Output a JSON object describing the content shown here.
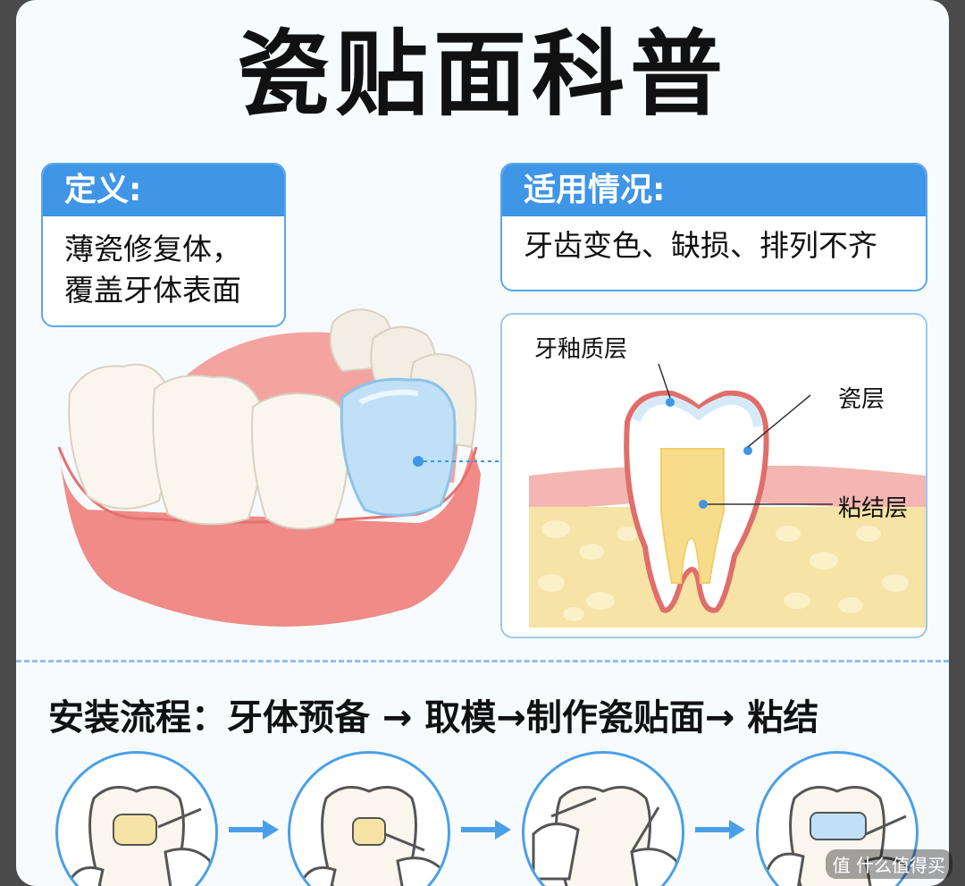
{
  "title": "瓷贴面科普",
  "definition": {
    "heading": "定义:",
    "lines": [
      "薄瓷修复体，",
      "覆盖牙体表面"
    ]
  },
  "indications": {
    "heading": "适用情况:",
    "text": "牙齿变色、缺损、排列不齐"
  },
  "cross_section": {
    "labels": {
      "enamel": "牙釉质层",
      "porcelain": "瓷层",
      "bonding": "粘结层"
    }
  },
  "process": {
    "text": "安装流程：牙体预备  → 取模→制作瓷贴面→ 粘结"
  },
  "steps": [
    "step-1",
    "step-2",
    "step-3",
    "step-4"
  ],
  "watermark": "值 什么值得买",
  "colors": {
    "accent": "#3f95e6",
    "gum": "#f08b88",
    "veneer": "#bfe0f7",
    "bone": "#f6e3a6"
  }
}
